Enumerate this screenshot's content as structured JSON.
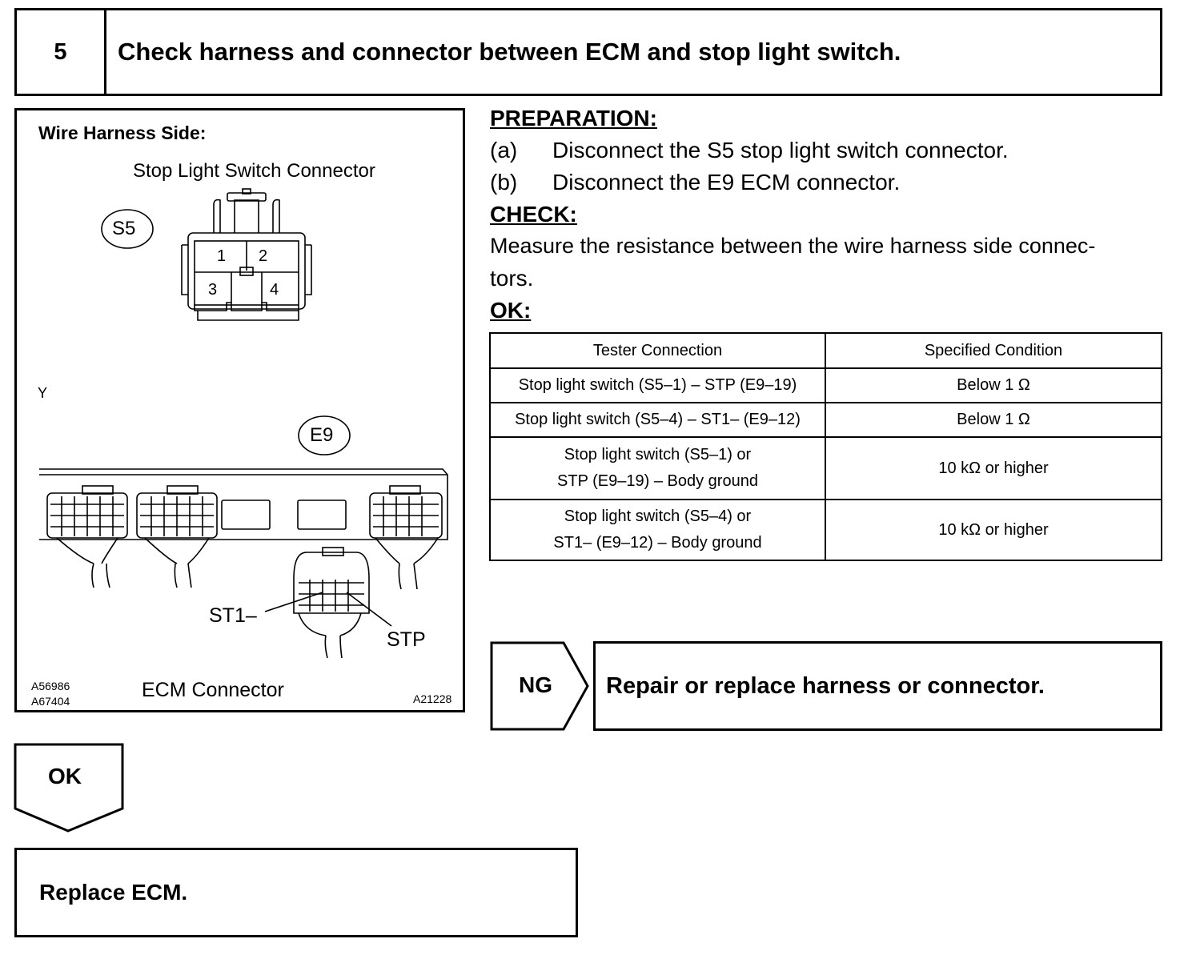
{
  "header": {
    "step_number": "5",
    "title": "Check harness and connector between ECM and stop light switch."
  },
  "figure": {
    "heading": "Wire Harness Side:",
    "connector_title": "Stop Light Switch Connector",
    "s5_code": "S5",
    "pins": [
      "1",
      "2",
      "3",
      "4"
    ],
    "side_mark": "Y",
    "e9_code": "E9",
    "terminal_st1": "ST1–",
    "terminal_stp": "STP",
    "ecm_label": "ECM Connector",
    "ref_codes": [
      "A56986",
      "A67404"
    ],
    "ref_code_right": "A21228"
  },
  "preparation": {
    "heading": "PREPARATION:",
    "steps": [
      {
        "marker": "(a)",
        "text": "Disconnect the S5 stop light switch connector."
      },
      {
        "marker": "(b)",
        "text": "Disconnect the E9 ECM connector."
      }
    ]
  },
  "check": {
    "heading": "CHECK:",
    "line1": "Measure the resistance between the wire harness side connec-",
    "line2": "tors."
  },
  "ok_heading": "OK:",
  "table": {
    "headers": [
      "Tester Connection",
      "Specified Condition"
    ],
    "rows": [
      {
        "connection": [
          "Stop light switch (S5–1) – STP (E9–19)"
        ],
        "condition": "Below 1 Ω"
      },
      {
        "connection": [
          "Stop light switch (S5–4) – ST1– (E9–12)"
        ],
        "condition": "Below 1 Ω"
      },
      {
        "connection": [
          "Stop light switch (S5–1) or",
          "STP (E9–19) – Body ground"
        ],
        "condition": "10 kΩ or higher"
      },
      {
        "connection": [
          "Stop light switch (S5–4) or",
          "ST1– (E9–12) – Body ground"
        ],
        "condition": "10 kΩ or higher"
      }
    ]
  },
  "ng_branch": {
    "label": "NG",
    "action": "Repair or replace harness or connector."
  },
  "ok_branch": {
    "label": "OK",
    "action": "Replace ECM."
  }
}
